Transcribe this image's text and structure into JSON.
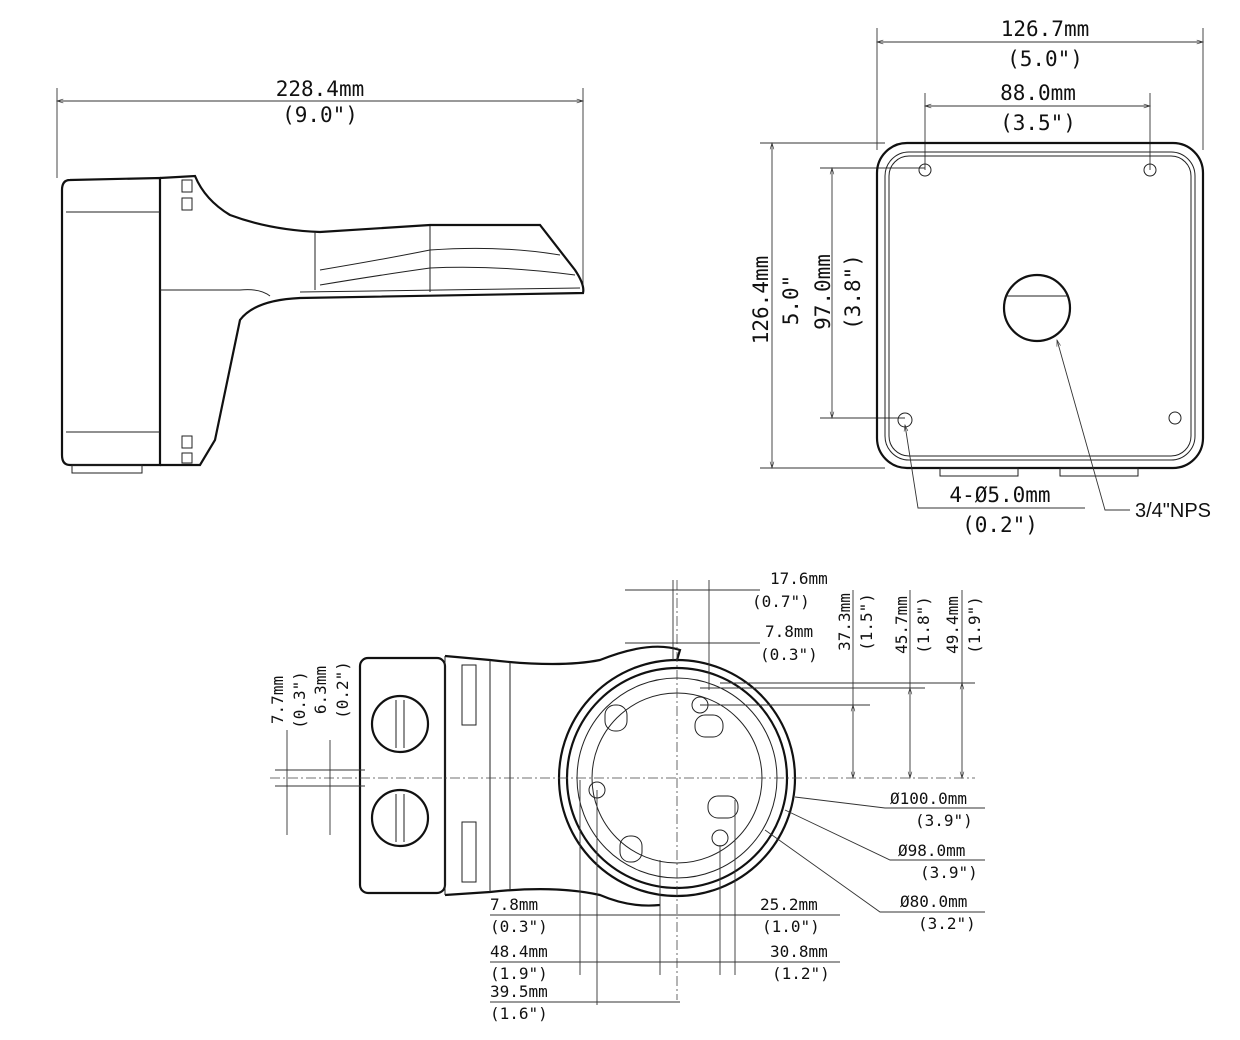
{
  "side_view": {
    "width_mm": "228.4mm",
    "width_in": "(9.0\")"
  },
  "front_view": {
    "width_mm": "126.7mm",
    "width_in": "(5.0\")",
    "hole_spacing_mm": "88.0mm",
    "hole_spacing_in": "(3.5\")",
    "height_mm": "126.4mm",
    "height_in": "5.0\"",
    "hole_vspacing_mm": "97.0mm",
    "hole_vspacing_in": "(3.8\")",
    "holes_mm": "4-Ø5.0mm",
    "holes_in": "(0.2\")",
    "port_label": "3/4\"NPS"
  },
  "bottom_view": {
    "d1_mm": "17.6mm",
    "d1_in": "(0.7\")",
    "d2_mm": "7.8mm",
    "d2_in": "(0.3\")",
    "v1_mm": "37.3mm",
    "v1_in": "(1.5\")",
    "v2_mm": "45.7mm",
    "v2_in": "(1.8\")",
    "v3_mm": "49.4mm",
    "v3_in": "(1.9\")",
    "l1_mm": "7.7mm",
    "l1_in": "(0.3\")",
    "l2_mm": "6.3mm",
    "l2_in": "(0.2\")",
    "c1_mm": "Ø100.0mm",
    "c1_in": "(3.9\")",
    "c2_mm": "Ø98.0mm",
    "c2_in": "(3.9\")",
    "c3_mm": "Ø80.0mm",
    "c3_in": "(3.2\")",
    "b1_mm": "7.8mm",
    "b1_in": "(0.3\")",
    "b2_mm": "25.2mm",
    "b2_in": "(1.0\")",
    "b3_mm": "48.4mm",
    "b3_in": "(1.9\")",
    "b4_mm": "30.8mm",
    "b4_in": "(1.2\")",
    "b5_mm": "39.5mm",
    "b5_in": "(1.6\")"
  }
}
